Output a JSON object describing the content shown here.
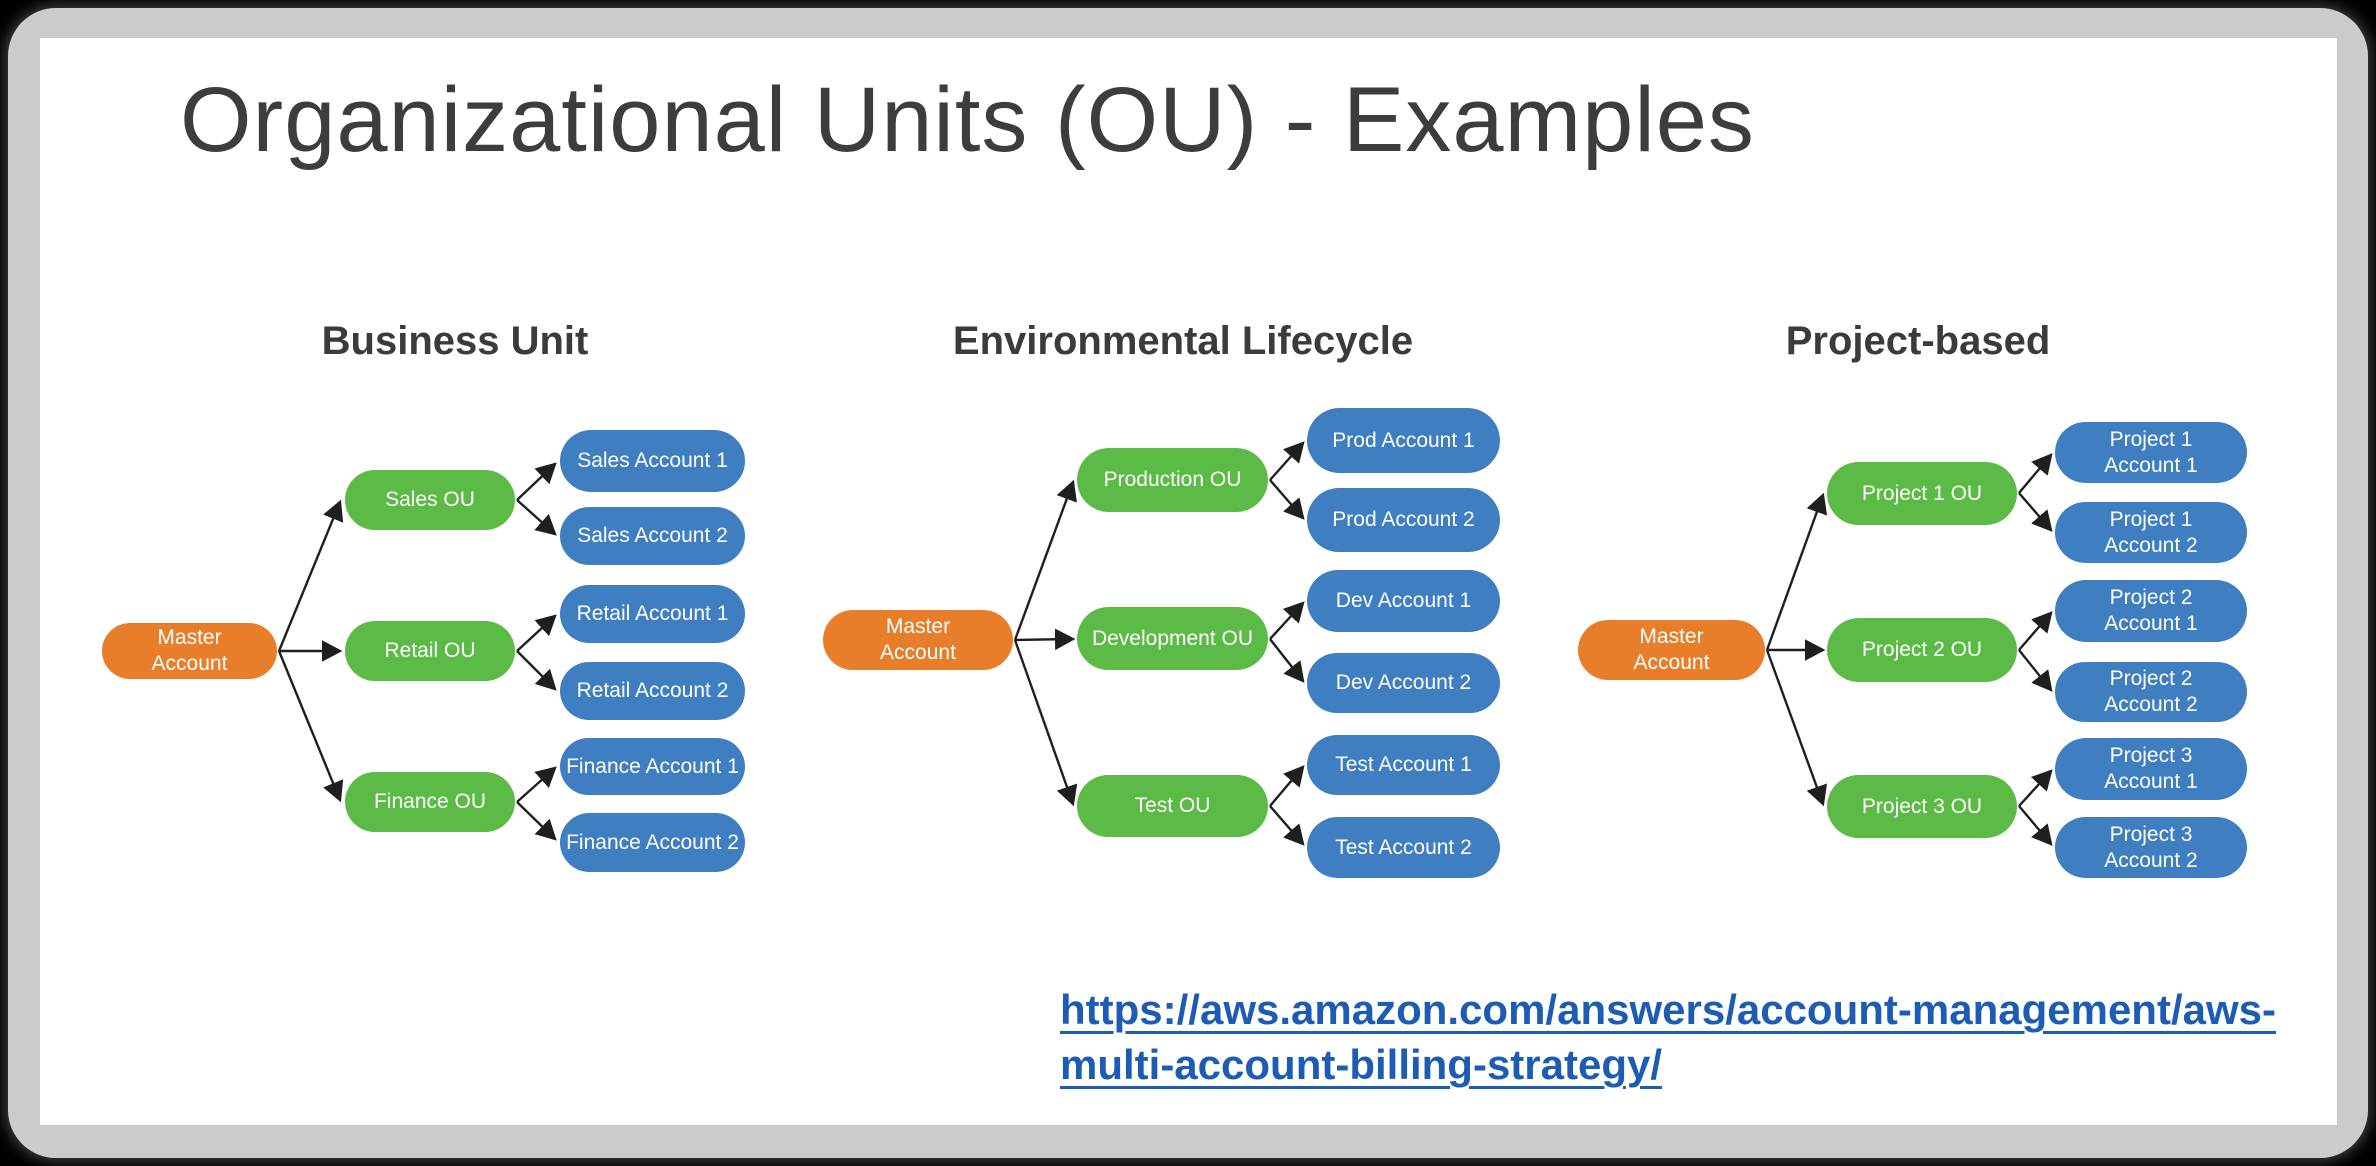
{
  "slide": {
    "title": "Organizational Units (OU) - Examples"
  },
  "trees": [
    {
      "heading": "Business Unit",
      "master_label": "Master\nAccount",
      "ous": [
        "Sales OU",
        "Retail OU",
        "Finance OU"
      ],
      "accounts": [
        "Sales Account 1",
        "Sales Account 2",
        "Retail Account 1",
        "Retail Account 2",
        "Finance Account 1",
        "Finance Account 2"
      ]
    },
    {
      "heading": "Environmental Lifecycle",
      "master_label": "Master\nAccount",
      "ous": [
        "Production OU",
        "Development OU",
        "Test OU"
      ],
      "accounts": [
        "Prod Account 1",
        "Prod Account 2",
        "Dev Account 1",
        "Dev Account 2",
        "Test Account 1",
        "Test Account 2"
      ]
    },
    {
      "heading": "Project-based",
      "master_label": "Master\nAccount",
      "ous": [
        "Project 1 OU",
        "Project 2 OU",
        "Project 3 OU"
      ],
      "accounts": [
        "Project 1\nAccount 1",
        "Project 1\nAccount 2",
        "Project 2\nAccount 1",
        "Project 2\nAccount 2",
        "Project 3\nAccount 1",
        "Project 3\nAccount 2"
      ]
    }
  ],
  "link": {
    "text": "https://aws.amazon.com/answers/account-management/aws-\nmulti-account-billing-strategy/"
  },
  "colors": {
    "master_orange": "#E87E2A",
    "ou_green": "#5CBA46",
    "account_blue": "#3E7EC1",
    "heading_gray": "#3B3B3B",
    "title_gray": "#3D3D3D",
    "link_blue": "#1D5CB4",
    "arrow_black": "#1F1F1F",
    "card_gray": "#CBCBCB",
    "slide_white": "#FFFFFF"
  }
}
